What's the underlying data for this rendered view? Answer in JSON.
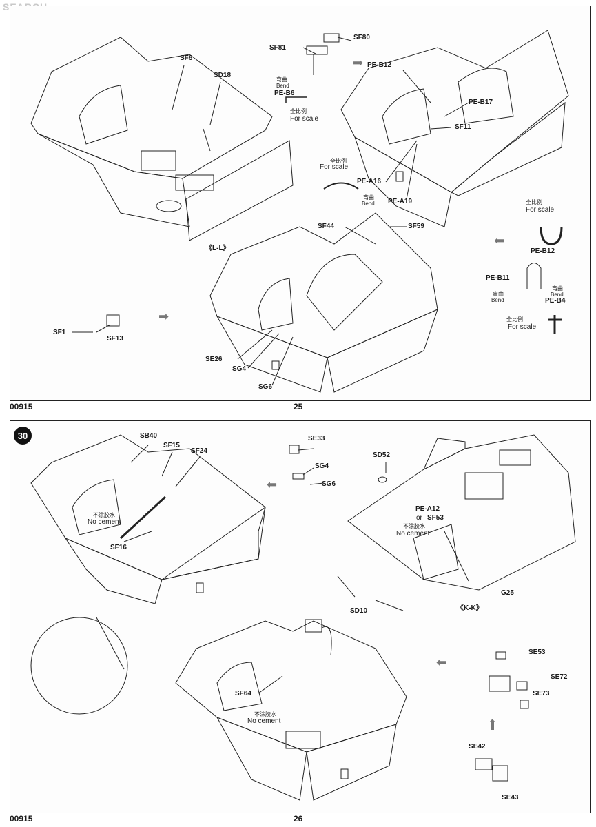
{
  "watermark": "SEARCH",
  "pages": {
    "top": {
      "labels": {
        "sf6": "SF6",
        "sd18": "SD18",
        "ll": "《L-L》",
        "sf81": "SF81",
        "sf80": "SF80",
        "peb6": "PE-B6",
        "peb12a": "PE-B12",
        "peb17": "PE-B17",
        "sf11": "SF11",
        "pea16": "PE-A16",
        "pea19": "PE-A19",
        "sf44": "SF44",
        "sf59": "SF59",
        "sf1": "SF1",
        "sf13": "SF13",
        "se26": "SE26",
        "sg4": "SG4",
        "sg6": "SG6",
        "peb12b": "PE-B12",
        "peb11": "PE-B11",
        "peb4": "PE-B4"
      },
      "bend_cn": "弯曲",
      "bend_en": "Bend",
      "scale_cn": "全比例",
      "scale_en": "For scale",
      "code": "00915",
      "page_no": "25"
    },
    "bottom": {
      "step": "30",
      "labels": {
        "sb40": "SB40",
        "sf15": "SF15",
        "sf24": "SF24",
        "sf16": "SF16",
        "se33": "SE33",
        "sg4": "SG4",
        "sg6": "SG6",
        "sd52": "SD52",
        "pea12": "PE-A12",
        "sf53": "SF53",
        "or": "or",
        "g25": "G25",
        "sd10": "SD10",
        "kk": "《K-K》",
        "sf64": "SF64",
        "se53": "SE53",
        "se72": "SE72",
        "se73": "SE73",
        "se42": "SE42",
        "se43": "SE43"
      },
      "nocement_cn": "不涂胶水",
      "nocement_en": "No cement",
      "code": "00915",
      "page_no": "26"
    }
  }
}
